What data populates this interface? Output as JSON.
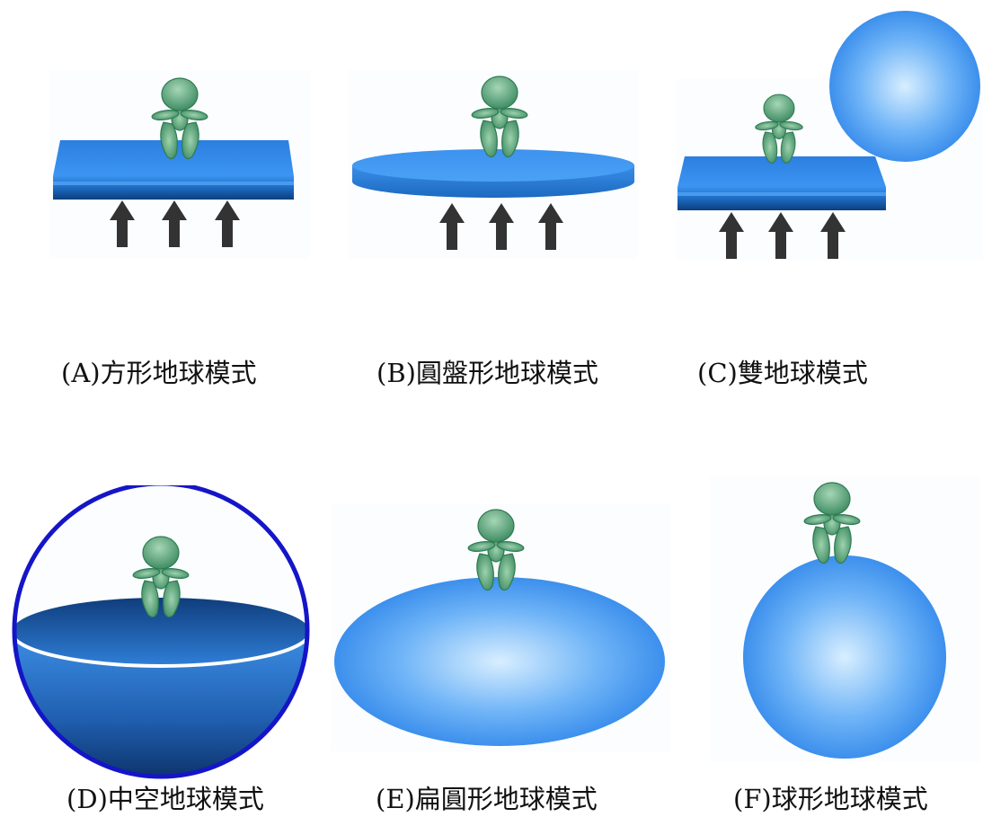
{
  "colors": {
    "figure_green": "#4e9a70",
    "figure_light": "#a6d6b5",
    "earth_blue": "#2f86ea",
    "earth_light": "#d6ecff",
    "arrow": "#333333",
    "sphere_outline": "#1515c8"
  },
  "models": [
    {
      "id": "A",
      "caption": "(A)方形地球模式"
    },
    {
      "id": "B",
      "caption": "(B)圓盤形地球模式"
    },
    {
      "id": "C",
      "caption": "(C)雙地球模式"
    },
    {
      "id": "D",
      "caption": "(D)中空地球模式"
    },
    {
      "id": "E",
      "caption": "(E)扁圓形地球模式"
    },
    {
      "id": "F",
      "caption": "(F)球形地球模式"
    }
  ]
}
